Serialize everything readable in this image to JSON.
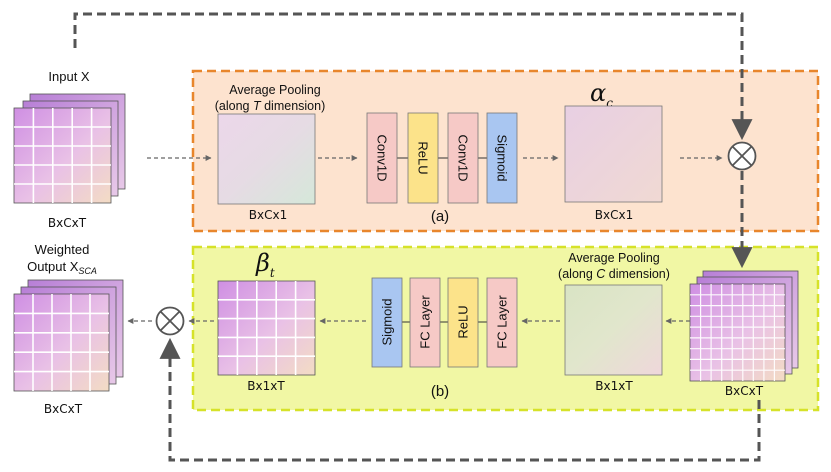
{
  "input": {
    "title": "Input X",
    "shape": "BxCxT"
  },
  "output": {
    "title_line1": "Weighted",
    "title_line2": "Output X",
    "title_sub": "SCA",
    "shape": "BxCxT"
  },
  "branch_a": {
    "tag": "(a)",
    "pool_line1": "Average Pooling",
    "pool_line2_pre": "(along ",
    "pool_line2_var": "T",
    "pool_line2_post": " dimension)",
    "pool_shape": "BxCx1",
    "layers": [
      "Conv1D",
      "ReLU",
      "Conv1D",
      "Sigmoid"
    ],
    "out_symbol": "α",
    "out_sub": "c",
    "out_shape": "BxCx1"
  },
  "branch_b": {
    "tag": "(b)",
    "pool_line1": "Average Pooling",
    "pool_line2_pre": "(along ",
    "pool_line2_var": "C",
    "pool_line2_post": " dimension)",
    "pool_shape": "Bx1xT",
    "layers": [
      "Sigmoid",
      "FC Layer",
      "ReLU",
      "FC Layer"
    ],
    "out_symbol": "β",
    "out_sub": "t",
    "out_shape": "Bx1xT",
    "feature_shape": "BxCxT"
  },
  "colors": {
    "orange_panel_fill": "#fde3cf",
    "orange_panel_border": "#e8862c",
    "yellow_panel_fill": "#f1f7a4",
    "yellow_panel_border": "#d6e229",
    "conv_fill": "#f6c9c6",
    "relu_fill": "#fce38a",
    "sigmoid_fill": "#a9c6f1",
    "arrow": "#555555"
  }
}
